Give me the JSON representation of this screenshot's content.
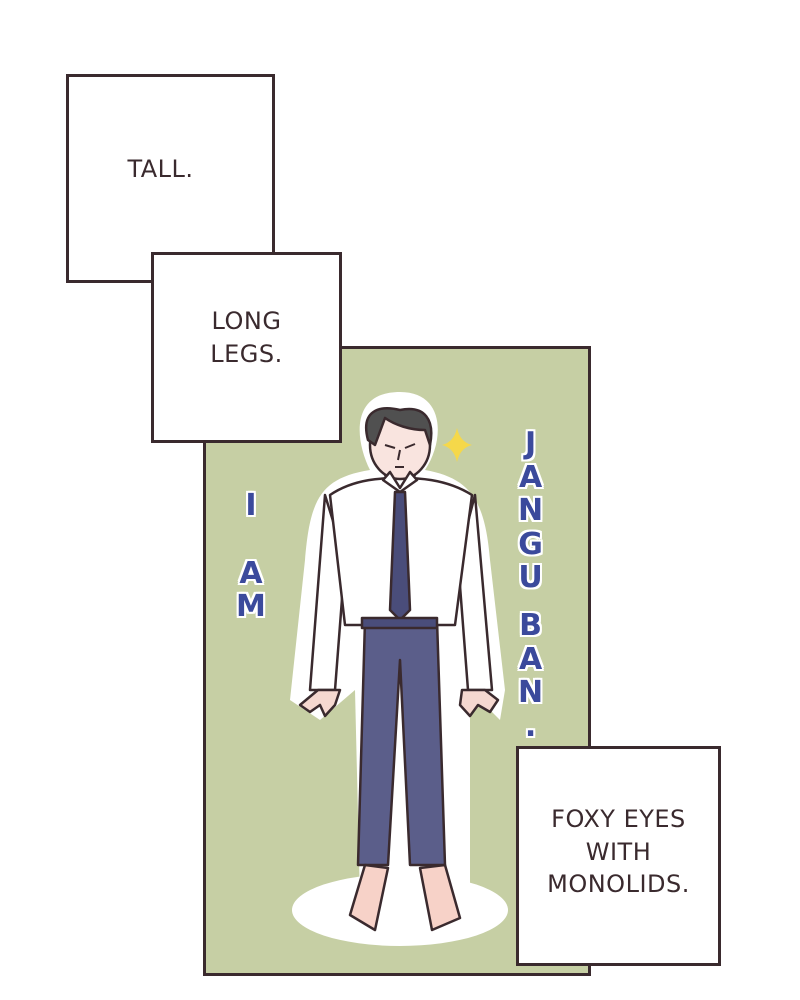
{
  "captions": [
    {
      "text": "TALL."
    },
    {
      "line1": "LONG",
      "line2": "LEGS."
    },
    {
      "line1": "FOXY EYES",
      "line2": "WITH",
      "line3": "MONOLIDS."
    }
  ],
  "panel": {
    "left_text": [
      "I",
      "",
      "A",
      "M"
    ],
    "right_text": [
      "J",
      "A",
      "N",
      "G",
      "U",
      "",
      "B",
      "A",
      "N",
      "."
    ]
  },
  "colors": {
    "panel_bg": "#c6cfa4",
    "border": "#3a2a2e",
    "title_blue": "#3b4a9c",
    "sparkle": "#f5d84a"
  }
}
